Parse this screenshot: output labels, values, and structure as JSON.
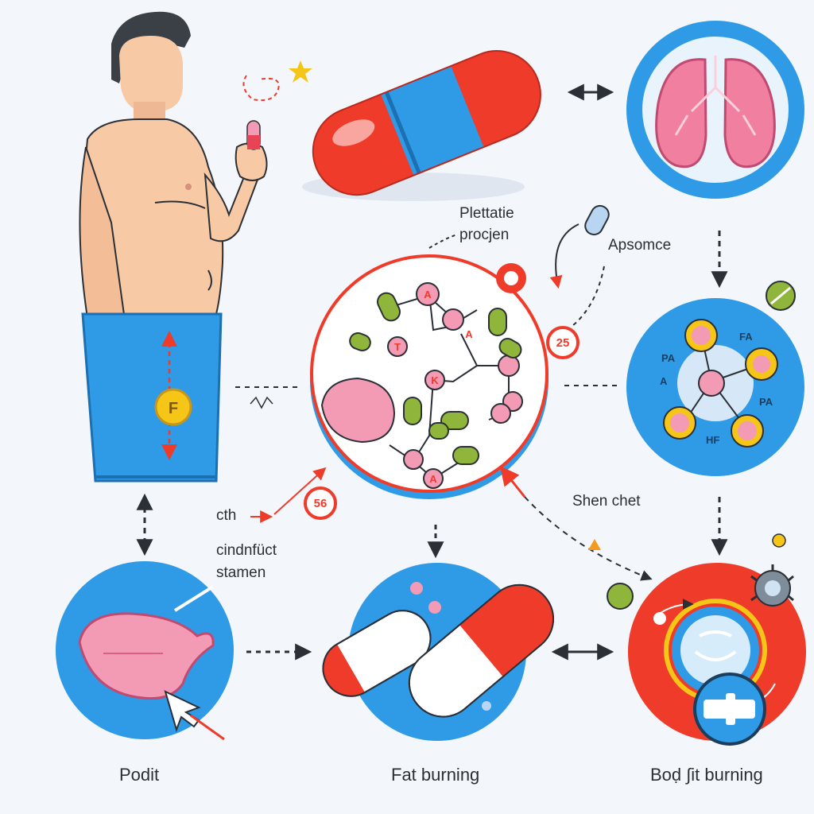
{
  "labels": {
    "pill_title_line1": "Plettatie",
    "pill_title_line2": "procjen",
    "apsomce": "Apsomce",
    "shen_chet": "Shen chet",
    "cth": "cth",
    "cindnfuct_line1": "cindnfüct",
    "cindnfuct_line2": "stamen",
    "podit": "Podit",
    "fat_burning": "Fat burning",
    "body_fat_burning": "Boḍ ∫it burning"
  },
  "badges": {
    "b25": "25",
    "b56": "56"
  },
  "molecule": {
    "nodes": [
      "A",
      "T",
      "K",
      "A",
      "A"
    ]
  },
  "receptor": {
    "labels": [
      "FA",
      "PA",
      "A",
      "PA",
      "HF"
    ]
  },
  "pants_coin": "F",
  "colors": {
    "red": "#ef3b2a",
    "blue": "#2f9be6",
    "skin": "#f7c9a5",
    "pink": "#f39ab5",
    "green": "#8fb63a",
    "yellow": "#f5c518"
  }
}
